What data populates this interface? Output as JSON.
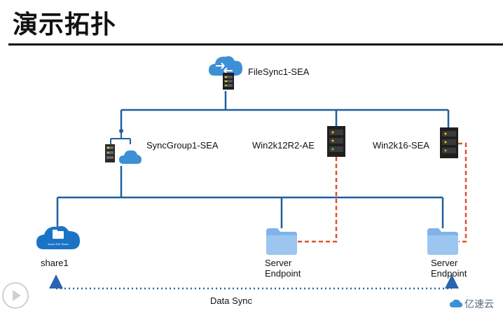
{
  "header": {
    "title": "演示拓扑"
  },
  "nodes": {
    "storage_sync_service": "FileSync1-SEA",
    "sync_group": "SyncGroup1-SEA",
    "server_a": "Win2k12R2-AE",
    "server_b": "Win2k16-SEA",
    "share_caption": "Azure File Share",
    "share": "share1",
    "endpoint_a": "Server\nEndpoint",
    "endpoint_b": "Server\nEndpoint"
  },
  "links": {
    "data_sync": "Data Sync"
  },
  "watermark": {
    "text": "亿速云"
  },
  "colors": {
    "line_blue": "#1f5f9e",
    "dash_red": "#e0502c",
    "dot_blue": "#2a63b0",
    "cloud_blue": "#3d8fd6",
    "folder_blue": "#7fb3ea",
    "server_dark": "#1f1f1f"
  }
}
